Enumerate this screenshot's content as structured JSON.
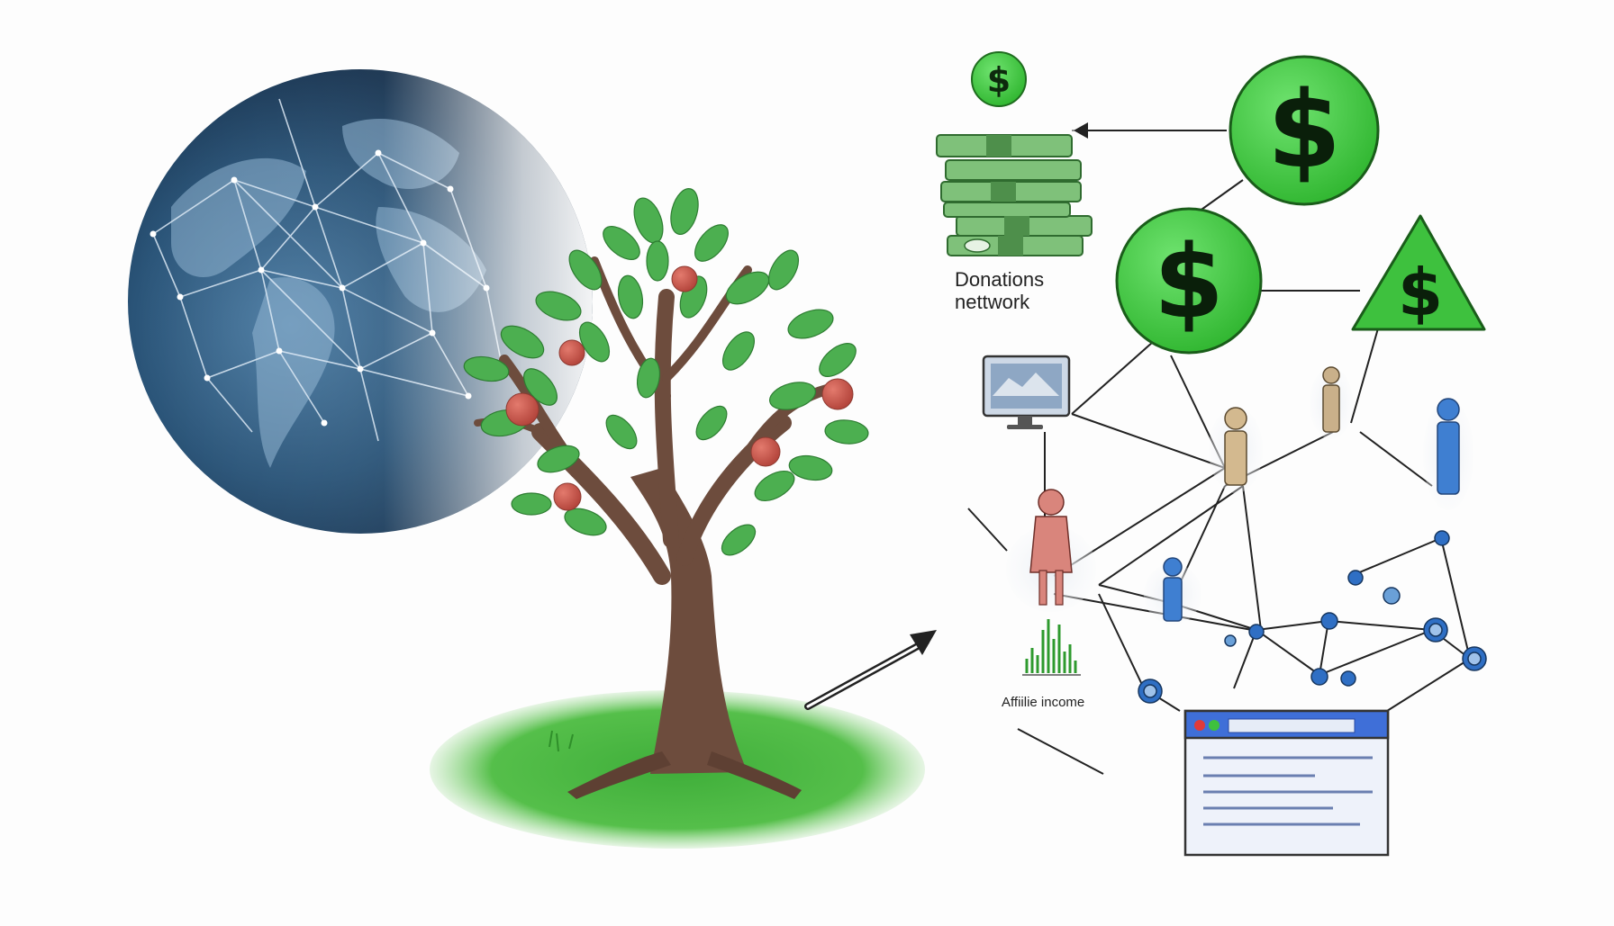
{
  "labels": {
    "donations_line1": "Donations",
    "donations_line2": "nettwork",
    "affiliate": "Affiilie income"
  },
  "symbols": {
    "currency": "$"
  },
  "colors": {
    "background": "#fdfdfd",
    "leaf_green": "#4caf50",
    "money_green": "#3ec13e",
    "trunk_brown": "#6d4c3d",
    "globe_blue": "#1c3a5e",
    "node_blue": "#2f6fc4",
    "browser_blue": "#3f6fd8"
  },
  "icons": {
    "globe": "world-network-globe",
    "tree": "fruit-tree",
    "money": "cash-stack",
    "coin": "dollar-coin",
    "warning": "dollar-triangle",
    "monitor": "computer-monitor",
    "people": "person-figures",
    "browser": "browser-window",
    "chart": "bar-chart"
  }
}
